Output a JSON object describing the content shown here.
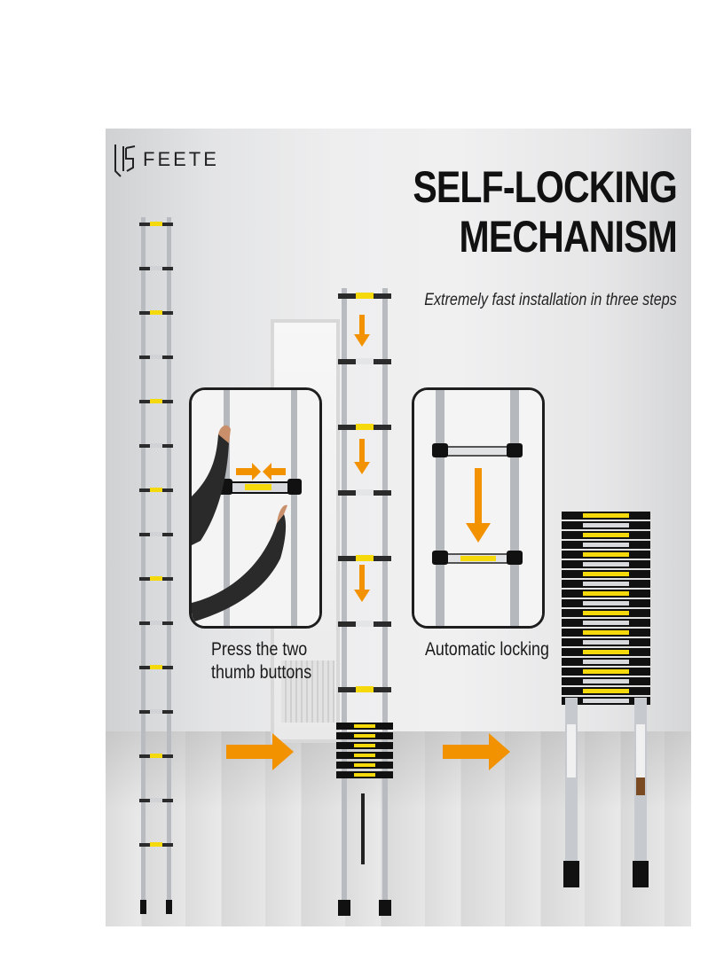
{
  "brand": {
    "name": "FEETE"
  },
  "headline": {
    "line1": "SELF-LOCKING",
    "line2": "MECHANISM"
  },
  "subheadline": "Extremely fast installation in three steps",
  "steps": [
    {
      "label_line1": "Press the two",
      "label_line2": "thumb buttons"
    },
    {
      "label_line1": "Automatic locking",
      "label_line2": ""
    }
  ],
  "colors": {
    "accent": "#f39200",
    "rung_label": "#f5d90a",
    "frame": "#1e1e1e",
    "metal": "#c9ccd0"
  },
  "icons": [
    "arrow-right-icon",
    "arrow-down-icon",
    "arrows-inward-icon"
  ]
}
